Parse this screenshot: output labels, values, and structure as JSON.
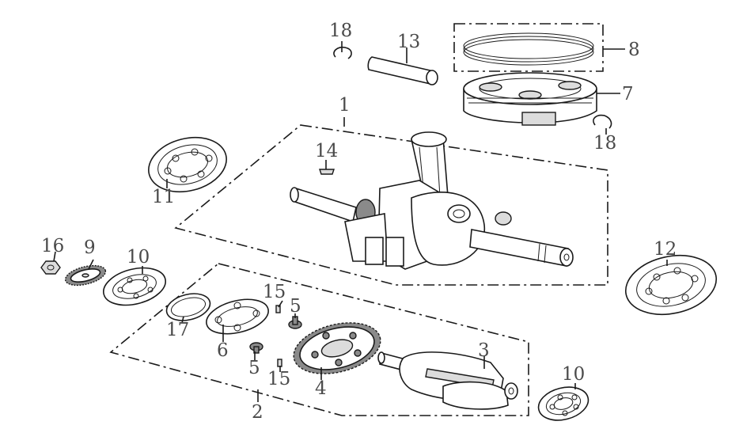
{
  "labels": {
    "p1": "1",
    "p2": "2",
    "p3": "3",
    "p4": "4",
    "p5a": "5",
    "p5b": "5",
    "p6": "6",
    "p7": "7",
    "p8": "8",
    "p9": "9",
    "p10a": "10",
    "p10b": "10",
    "p11": "11",
    "p12": "12",
    "p13": "13",
    "p14": "14",
    "p15a": "15",
    "p15b": "15",
    "p16": "16",
    "p17": "17",
    "p18a": "18",
    "p18b": "18"
  },
  "colors": {
    "line": "#1a1a1a",
    "label": "#4a4a4a",
    "background": "#ffffff"
  }
}
